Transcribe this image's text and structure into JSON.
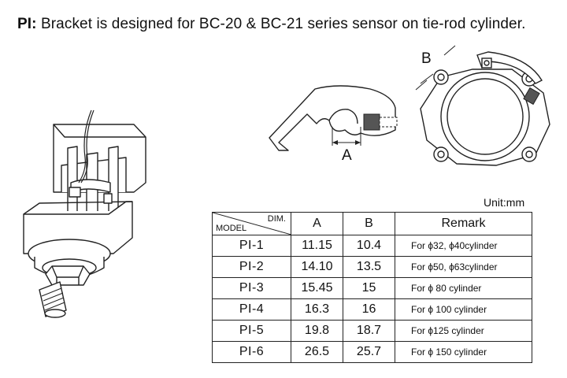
{
  "header": {
    "code": "PI:",
    "description": "Bracket is designed for BC-20 & BC-21 series sensor on tie-rod cylinder."
  },
  "figures": {
    "cylinder": {
      "icon": "tie-rod-cylinder-illustration"
    },
    "bracket": {
      "icon": "bracket-side-view-drawing",
      "dim_label": "A"
    },
    "mount": {
      "icon": "bracket-mounted-on-cylinder-drawing",
      "dim_label": "B"
    }
  },
  "unit_label": "Unit:mm",
  "table": {
    "header": {
      "dim": "DIM.",
      "model": "MODEL",
      "a": "A",
      "b": "B",
      "remark": "Remark"
    },
    "rows": [
      {
        "model": "PI-1",
        "a": "11.15",
        "b": "10.4",
        "remark": "For ϕ32, ϕ40cylinder"
      },
      {
        "model": "PI-2",
        "a": "14.10",
        "b": "13.5",
        "remark": "For ϕ50, ϕ63cylinder"
      },
      {
        "model": "PI-3",
        "a": "15.45",
        "b": "15",
        "remark": "For ϕ 80 cylinder"
      },
      {
        "model": "PI-4",
        "a": "16.3",
        "b": "16",
        "remark": "For ϕ 100 cylinder"
      },
      {
        "model": "PI-5",
        "a": "19.8",
        "b": "18.7",
        "remark": "For ϕ125 cylinder"
      },
      {
        "model": "PI-6",
        "a": "26.5",
        "b": "25.7",
        "remark": "For ϕ 150 cylinder"
      }
    ]
  }
}
